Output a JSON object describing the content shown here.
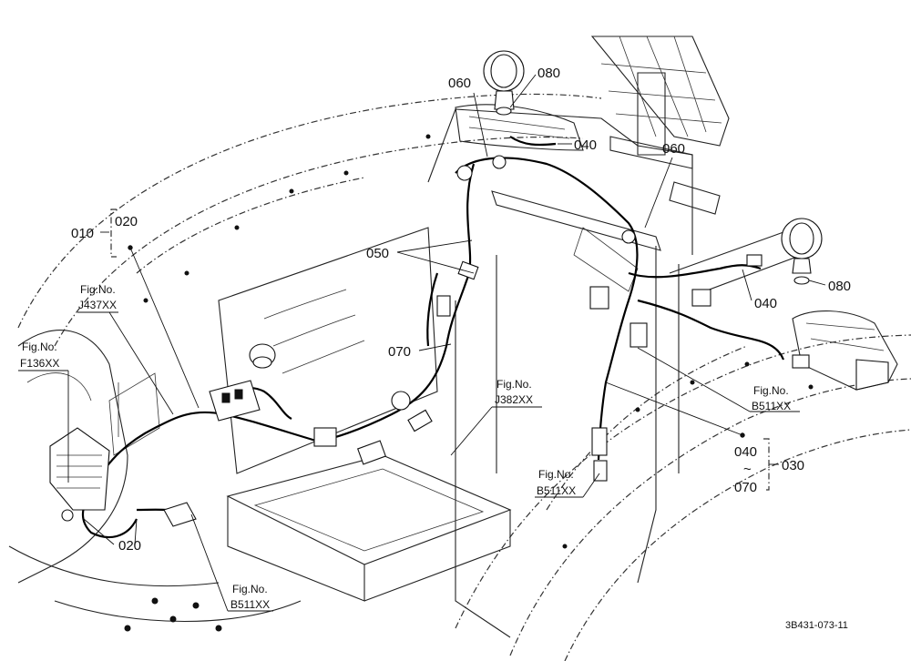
{
  "callouts": {
    "c010": "010",
    "c020_top": "020",
    "c020_bottom": "020",
    "c030": "030",
    "c040_right_top": "040",
    "c040_right_mid": "040",
    "c040_group": "040",
    "c050": "050",
    "c060_left": "060",
    "c060_right": "060",
    "c070_left": "070",
    "c070_group": "070",
    "c080_top": "080",
    "c080_right": "080",
    "tilde": "~"
  },
  "figure_refs": {
    "fig_label": "Fig.No.",
    "j437": "J437XX",
    "f136": "F136XX",
    "j382": "J382XX",
    "b511_right": "B511XX",
    "b511_center": "B511XX",
    "b511_bottom": "B511XX"
  },
  "drawing_code": "3B431-073-11"
}
